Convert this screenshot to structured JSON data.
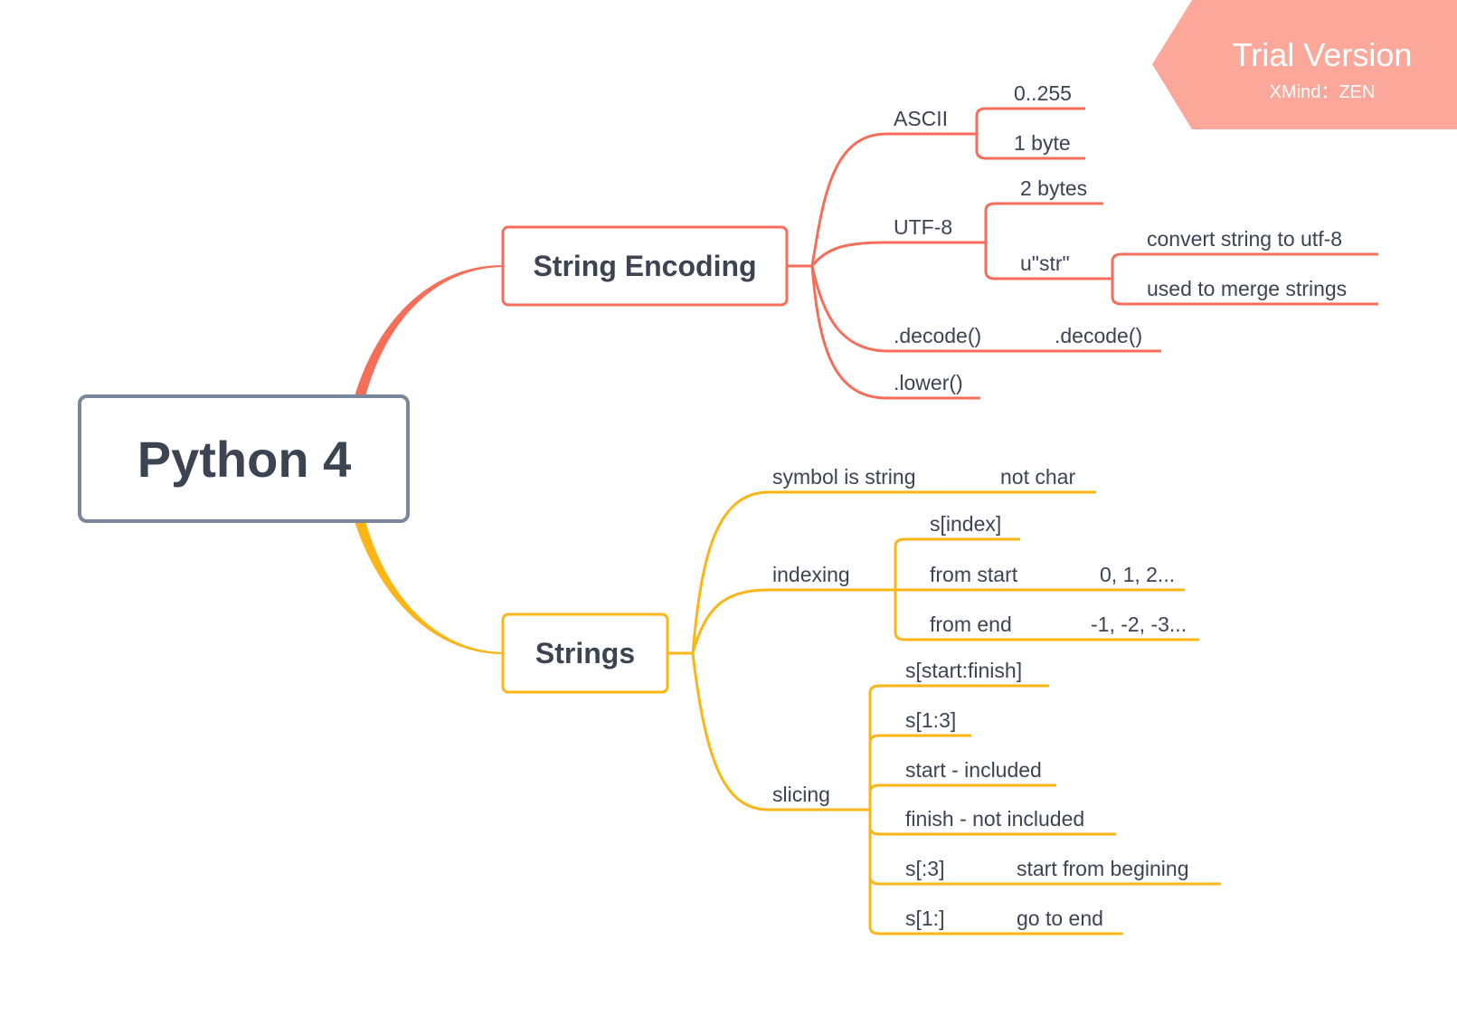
{
  "colors": {
    "encoding": "#f46e5a",
    "strings": "#fbb514",
    "root_border": "#7a8699",
    "text": "#3c4452",
    "trial_bg": "#fba89a"
  },
  "watermark": {
    "title": "Trial Version",
    "subtitle": "XMind：ZEN"
  },
  "root": {
    "label": "Python 4"
  },
  "encoding": {
    "label": "String Encoding",
    "ascii": {
      "label": "ASCII",
      "range": "0..255",
      "size": "1 byte"
    },
    "utf8": {
      "label": "UTF-8",
      "size": "2 bytes",
      "ustr": {
        "label": "u\"str\"",
        "convert": "convert string to utf-8",
        "merge": "used to merge strings"
      }
    },
    "decode": {
      "label": ".decode()",
      "child": ".decode()"
    },
    "lower": {
      "label": ".lower()"
    }
  },
  "strings": {
    "label": "Strings",
    "symbol": {
      "label": "symbol is string",
      "child": "not char"
    },
    "indexing": {
      "label": "indexing",
      "index": "s[index]",
      "from_start": {
        "label": "from start",
        "child": "0, 1, 2..."
      },
      "from_end": {
        "label": "from end",
        "child": "-1, -2, -3..."
      }
    },
    "slicing": {
      "label": "slicing",
      "syntax": "s[start:finish]",
      "example": "s[1:3]",
      "start_incl": "start - included",
      "finish_excl": "finish - not included",
      "head": {
        "label": "s[:3]",
        "child": "start from begining"
      },
      "tail": {
        "label": "s[1:]",
        "child": "go to end"
      }
    }
  }
}
